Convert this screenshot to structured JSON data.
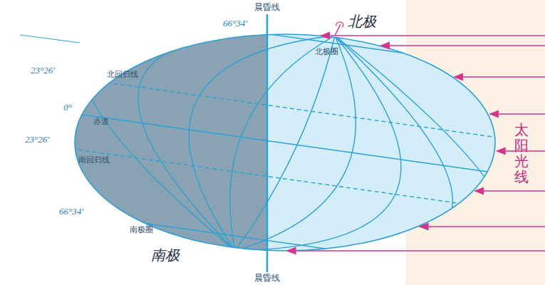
{
  "diagram": {
    "labels": [
      "晨昏线",
      "66°34′",
      "北极",
      "北极圈",
      "23°26′",
      "北回归线",
      "0°",
      "赤道",
      "23°26′",
      "南回归线",
      "66°34′",
      "南极圈",
      "南极",
      "晨昏线",
      "太阳光线"
    ]
  }
}
